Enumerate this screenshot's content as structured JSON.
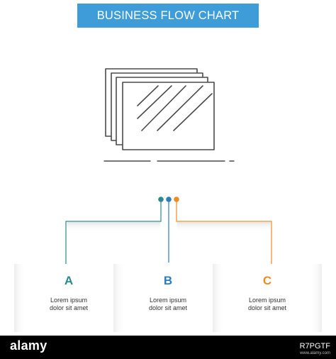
{
  "title": "BUSINESS FLOW CHART",
  "colors": {
    "banner": "#3e9dd9",
    "icon_stroke": "#4a4a4a",
    "step_a": "#2d8a8c",
    "step_b": "#2a7fba",
    "step_c": "#f08a24"
  },
  "icon": "stacked-cards-icon",
  "steps": [
    {
      "letter": "A",
      "caption_line1": "Lorem ipsum",
      "caption_line2": "dolor sit amet",
      "color": "#2d8a8c"
    },
    {
      "letter": "B",
      "caption_line1": "Lorem ipsum",
      "caption_line2": "dolor sit amet",
      "color": "#2a7fba"
    },
    {
      "letter": "C",
      "caption_line1": "Lorem ipsum",
      "caption_line2": "dolor sit amet",
      "color": "#f08a24"
    }
  ],
  "footer": {
    "logo": "alamy",
    "stock_id": "R7PGTF",
    "site": "www.alamy.com"
  }
}
